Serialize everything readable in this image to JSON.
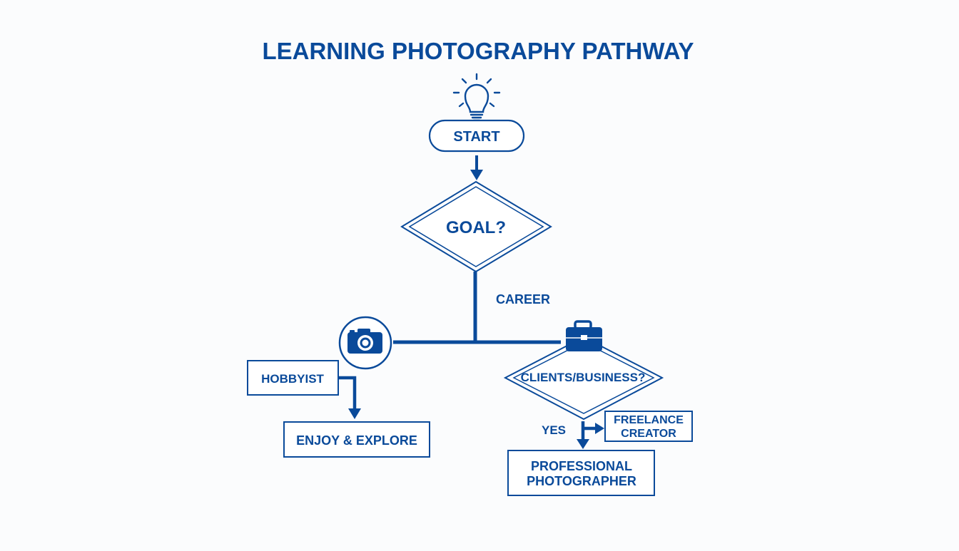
{
  "title": "LEARNING PHOTOGRAPHY PATHWAY",
  "colors": {
    "primary": "#0a4a9a",
    "background": "#fbfcfd",
    "fill": "#ffffff"
  },
  "nodes": {
    "start": {
      "label": "START",
      "icon": "lightbulb-icon"
    },
    "goal": {
      "label": "GOAL?"
    },
    "hobbyist": {
      "label": "HOBBYIST",
      "icon": "camera-icon"
    },
    "enjoy": {
      "label": "ENJOY & EXPLORE"
    },
    "clients": {
      "label": "CLIENTS/BUSINESS?",
      "icon": "briefcase-icon"
    },
    "freelance": {
      "line1": "FREELANCE",
      "line2": "CREATOR"
    },
    "professional": {
      "line1": "PROFESSIONAL",
      "line2": "PHOTOGRAPHER"
    }
  },
  "edge_labels": {
    "career": "CAREER",
    "yes": "YES"
  }
}
